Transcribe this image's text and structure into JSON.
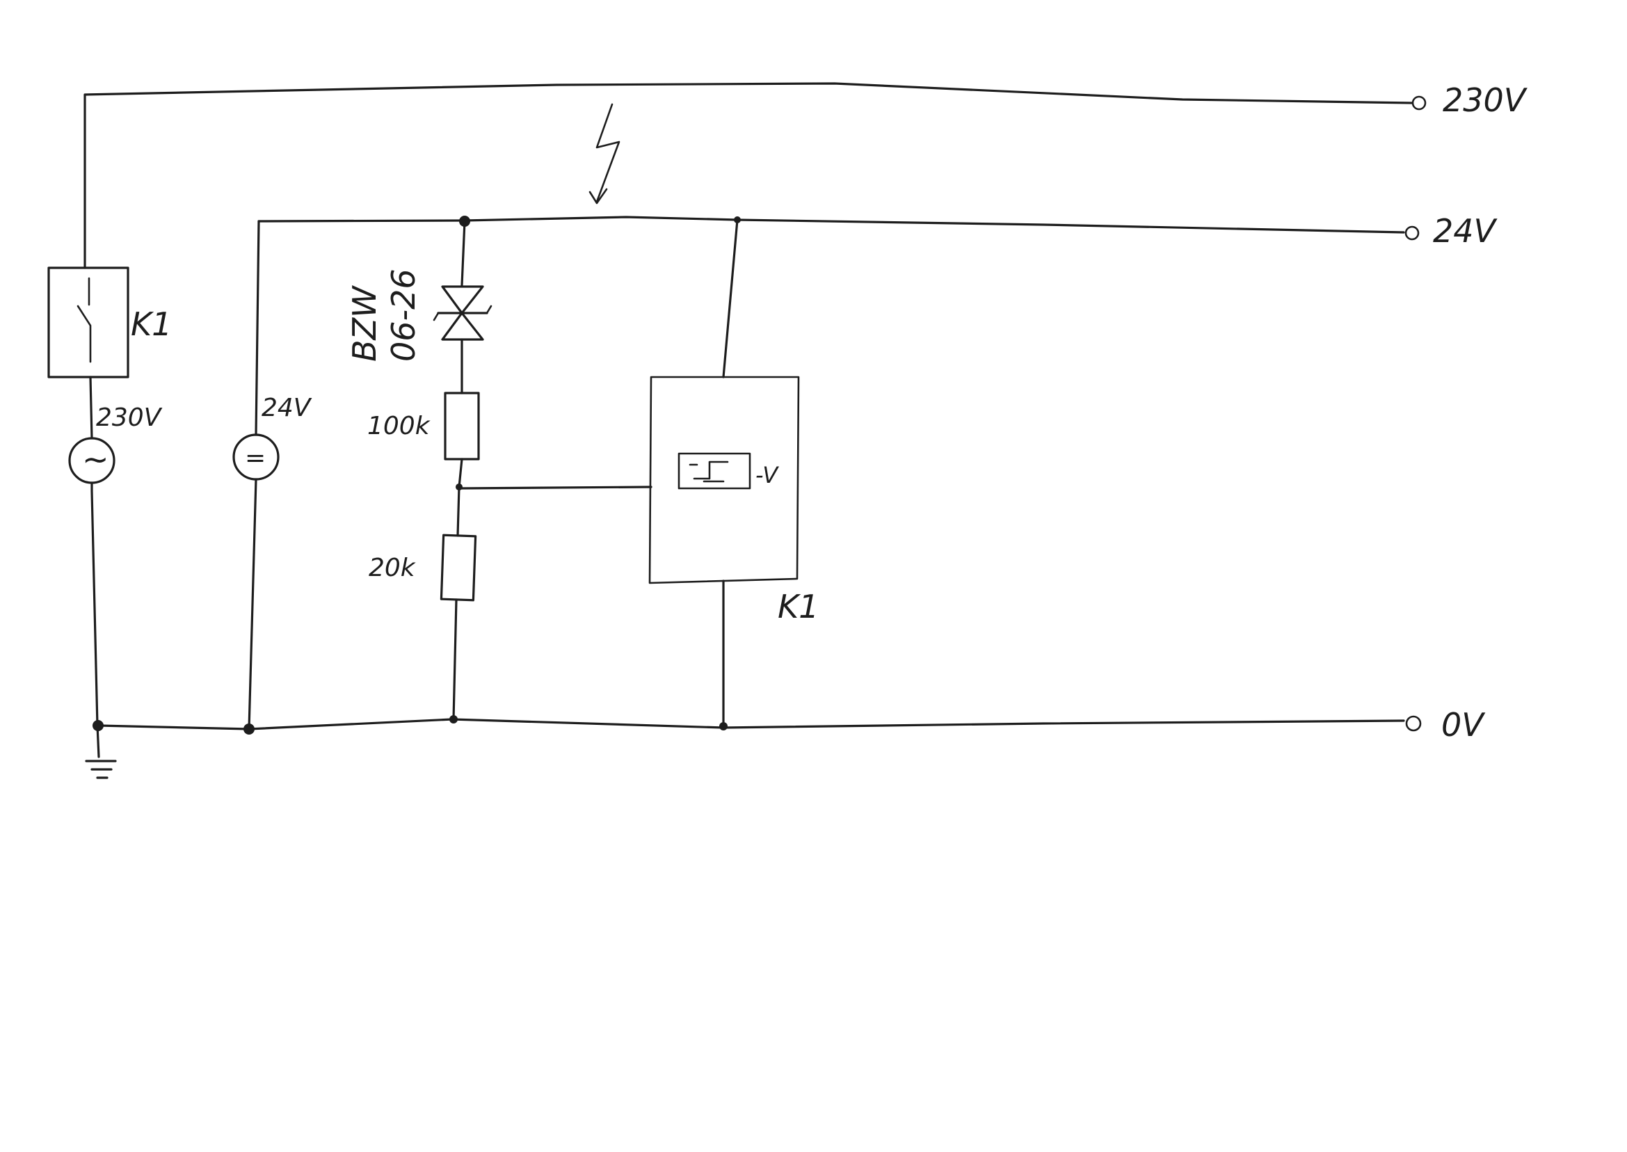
{
  "rails": {
    "top": "230V",
    "mid": "24V",
    "bottom": "0V"
  },
  "contact": {
    "label": "K1"
  },
  "ac_source": {
    "label": "230V",
    "symbol": "~"
  },
  "dc_source": {
    "label": "24V",
    "symbol": "="
  },
  "zener": {
    "label_line1": "BZW",
    "label_line2": "06-26"
  },
  "resistors": {
    "r1": "100k",
    "r2": "20k"
  },
  "relay": {
    "label": "K1",
    "comparator_suffix": "-V"
  },
  "colors": {
    "ink": "#1d1d1d",
    "paper": "#ffffff"
  }
}
